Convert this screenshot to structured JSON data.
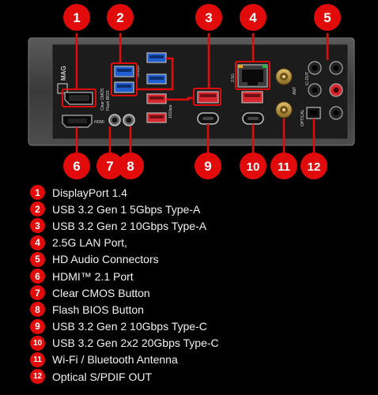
{
  "colors": {
    "callout": "#e10b0b",
    "background": "#000000",
    "panel": "#2a2a2a",
    "usb32_gen1": "#1f5fd1",
    "usb32_gen2": "#d8262f",
    "gold": "#b8923b"
  },
  "panel": {
    "brand": "MAG",
    "port_labels": {
      "hdmi": "HDMI",
      "clear_cmos": "Clear CMOS",
      "flash_bios": "Flash BIOS",
      "usb_5g": "5Gbps",
      "usb_10g": "10Gbps",
      "lan": "2.5G",
      "ant": "ANT",
      "ic_out": "IC-OUT",
      "optical": "OPTICAL"
    }
  },
  "callouts": [
    "1",
    "2",
    "3",
    "4",
    "5",
    "6",
    "7",
    "8",
    "9",
    "10",
    "11",
    "12"
  ],
  "legend": [
    {
      "num": "1",
      "text": "DisplayPort 1.4"
    },
    {
      "num": "2",
      "text": "USB 3.2 Gen 1 5Gbps Type-A"
    },
    {
      "num": "3",
      "text": "USB 3.2 Gen 2 10Gbps Type-A"
    },
    {
      "num": "4",
      "text": "2.5G LAN Port,"
    },
    {
      "num": "5",
      "text": "HD Audio Connectors"
    },
    {
      "num": "6",
      "text": "HDMI™ 2.1 Port"
    },
    {
      "num": "7",
      "text": "Clear CMOS Button"
    },
    {
      "num": "8",
      "text": "Flash BIOS Button"
    },
    {
      "num": "9",
      "text": "USB 3.2 Gen 2 10Gbps Type-C"
    },
    {
      "num": "10",
      "text": "USB 3.2 Gen 2x2 20Gbps Type-C"
    },
    {
      "num": "11",
      "text": "Wi-Fi / Bluetooth Antenna"
    },
    {
      "num": "12",
      "text": "Optical S/PDIF OUT"
    }
  ]
}
